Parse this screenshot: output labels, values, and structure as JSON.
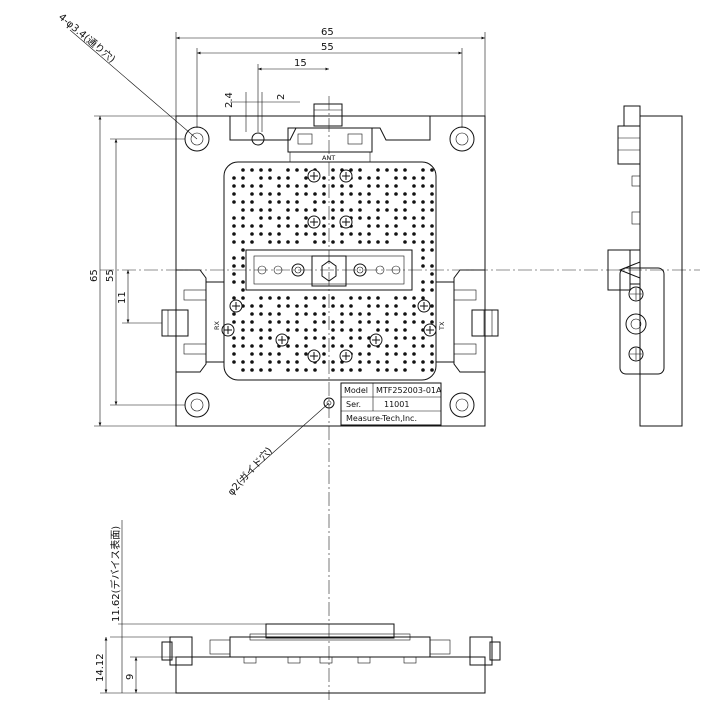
{
  "dimensions": {
    "width_65": "65",
    "width_55": "55",
    "width_15": "15",
    "pitch_2_4": "2.4",
    "pitch_2": "2",
    "height_65": "65",
    "height_55": "55",
    "offset_11": "11",
    "side_14_12": "14.12",
    "side_9": "9",
    "side_11_62": "11.62(デバイス表面)"
  },
  "callouts": {
    "holes": "4-φ3.4(通り穴)",
    "guide_hole": "φ2(ガイド穴)"
  },
  "nameplate": {
    "model_label": "Model",
    "model_value": "MTF252003-01A",
    "ser_label": "Ser.",
    "ser_value": "11001",
    "maker": "Measure-Tech,Inc."
  },
  "port_labels": {
    "top": "ANT",
    "left": "RX",
    "right": "TX"
  }
}
